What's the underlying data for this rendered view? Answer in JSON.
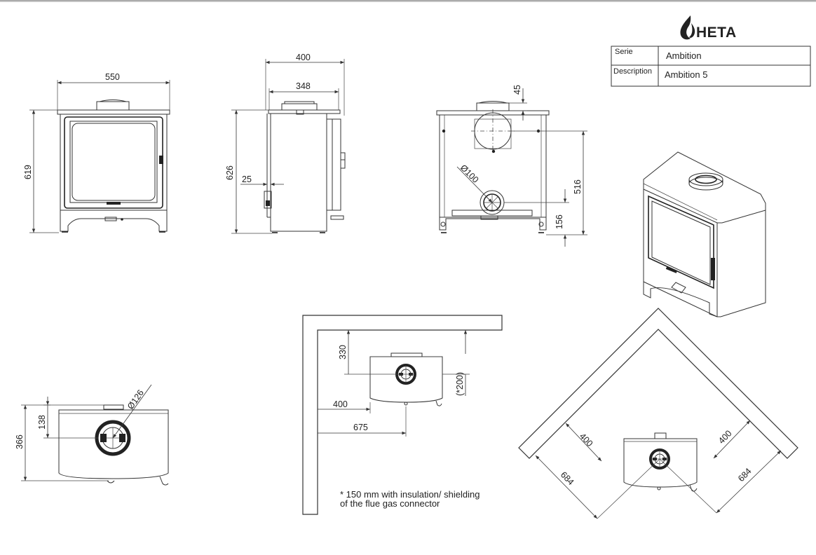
{
  "brand": {
    "name": "HETA",
    "logo_icon": "flame-icon"
  },
  "title_block": {
    "rows": [
      {
        "label": "Serie",
        "value": "Ambition"
      },
      {
        "label": "Description",
        "value": "Ambition 5"
      }
    ]
  },
  "dimensions": {
    "front_width": "550",
    "front_height": "619",
    "side_depth_total": "400",
    "side_depth_body": "348",
    "side_height": "626",
    "side_flue_offset": "25",
    "rear_top_offset": "45",
    "rear_outlet_height": "516",
    "rear_diameter": "Ø100",
    "rear_lower_height": "156",
    "top_diameter": "Ø126",
    "top_flue_offset": "138",
    "top_depth": "366",
    "wall_rear_clearance": "330",
    "wall_rear_clearance_insulated": "(*200)",
    "wall_side_clearance": "400",
    "wall_side_to_flue": "675",
    "corner_left_clearance": "400",
    "corner_right_clearance": "400",
    "corner_left_distance": "684",
    "corner_right_distance": "684"
  },
  "footnote": {
    "line1": "* 150 mm with insulation/ shielding",
    "line2": "of the flue gas connector"
  }
}
